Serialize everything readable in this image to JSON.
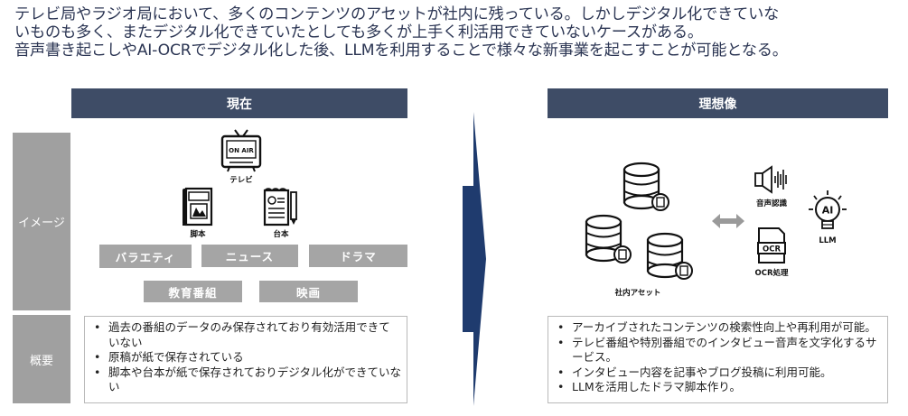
{
  "intro": {
    "lines": [
      "テレビ局やラジオ局において、多くのコンテンツのアセットが社内に残っている。しかしデジタル化できていな",
      "いものも多く、またデジタル化できていたとしても多くが上手く利活用できていないケースがある。",
      "音声書き起こしやAI-OCRでデジタル化した後、LLMを利用することで様々な新事業を起こすことが可能となる。"
    ]
  },
  "left": {
    "header": "現在",
    "side_image_label": "イメージ",
    "side_summary_label": "概要",
    "icons": {
      "tv_screen_text": "ON AIR",
      "tv": "テレビ",
      "script": "脚本",
      "daihon": "台本"
    },
    "chips": [
      "バラエティ",
      "ニュース",
      "ドラマ",
      "教育番組",
      "映画"
    ],
    "summary": [
      "過去の番組のデータのみ保存されており有効活用できていない",
      "原稿が紙で保存されている",
      "脚本や台本が紙で保存されておりデジタル化ができていない"
    ]
  },
  "right": {
    "header": "理想像",
    "icons": {
      "assets": "社内アセット",
      "speech": "音声認識",
      "ai_text": "AI",
      "llm": "LLM",
      "ocr_text": "OCR",
      "ocr": "OCR処理"
    },
    "summary": [
      "アーカイブされたコンテンツの検索性向上や再利用が可能。",
      "テレビ番組や特別番組でのインタビュー音声を文字化するサービス。",
      "インタビュー内容を記事やブログ投稿に利用可能。",
      "LLMを活用したドラマ脚本作り。"
    ]
  },
  "colors": {
    "header_band": "#3e4c66",
    "side_label": "#a0a0a0",
    "chip": "#a5a5a5",
    "arrow": "#1f3b6e",
    "intro_text": "#2b3553"
  }
}
